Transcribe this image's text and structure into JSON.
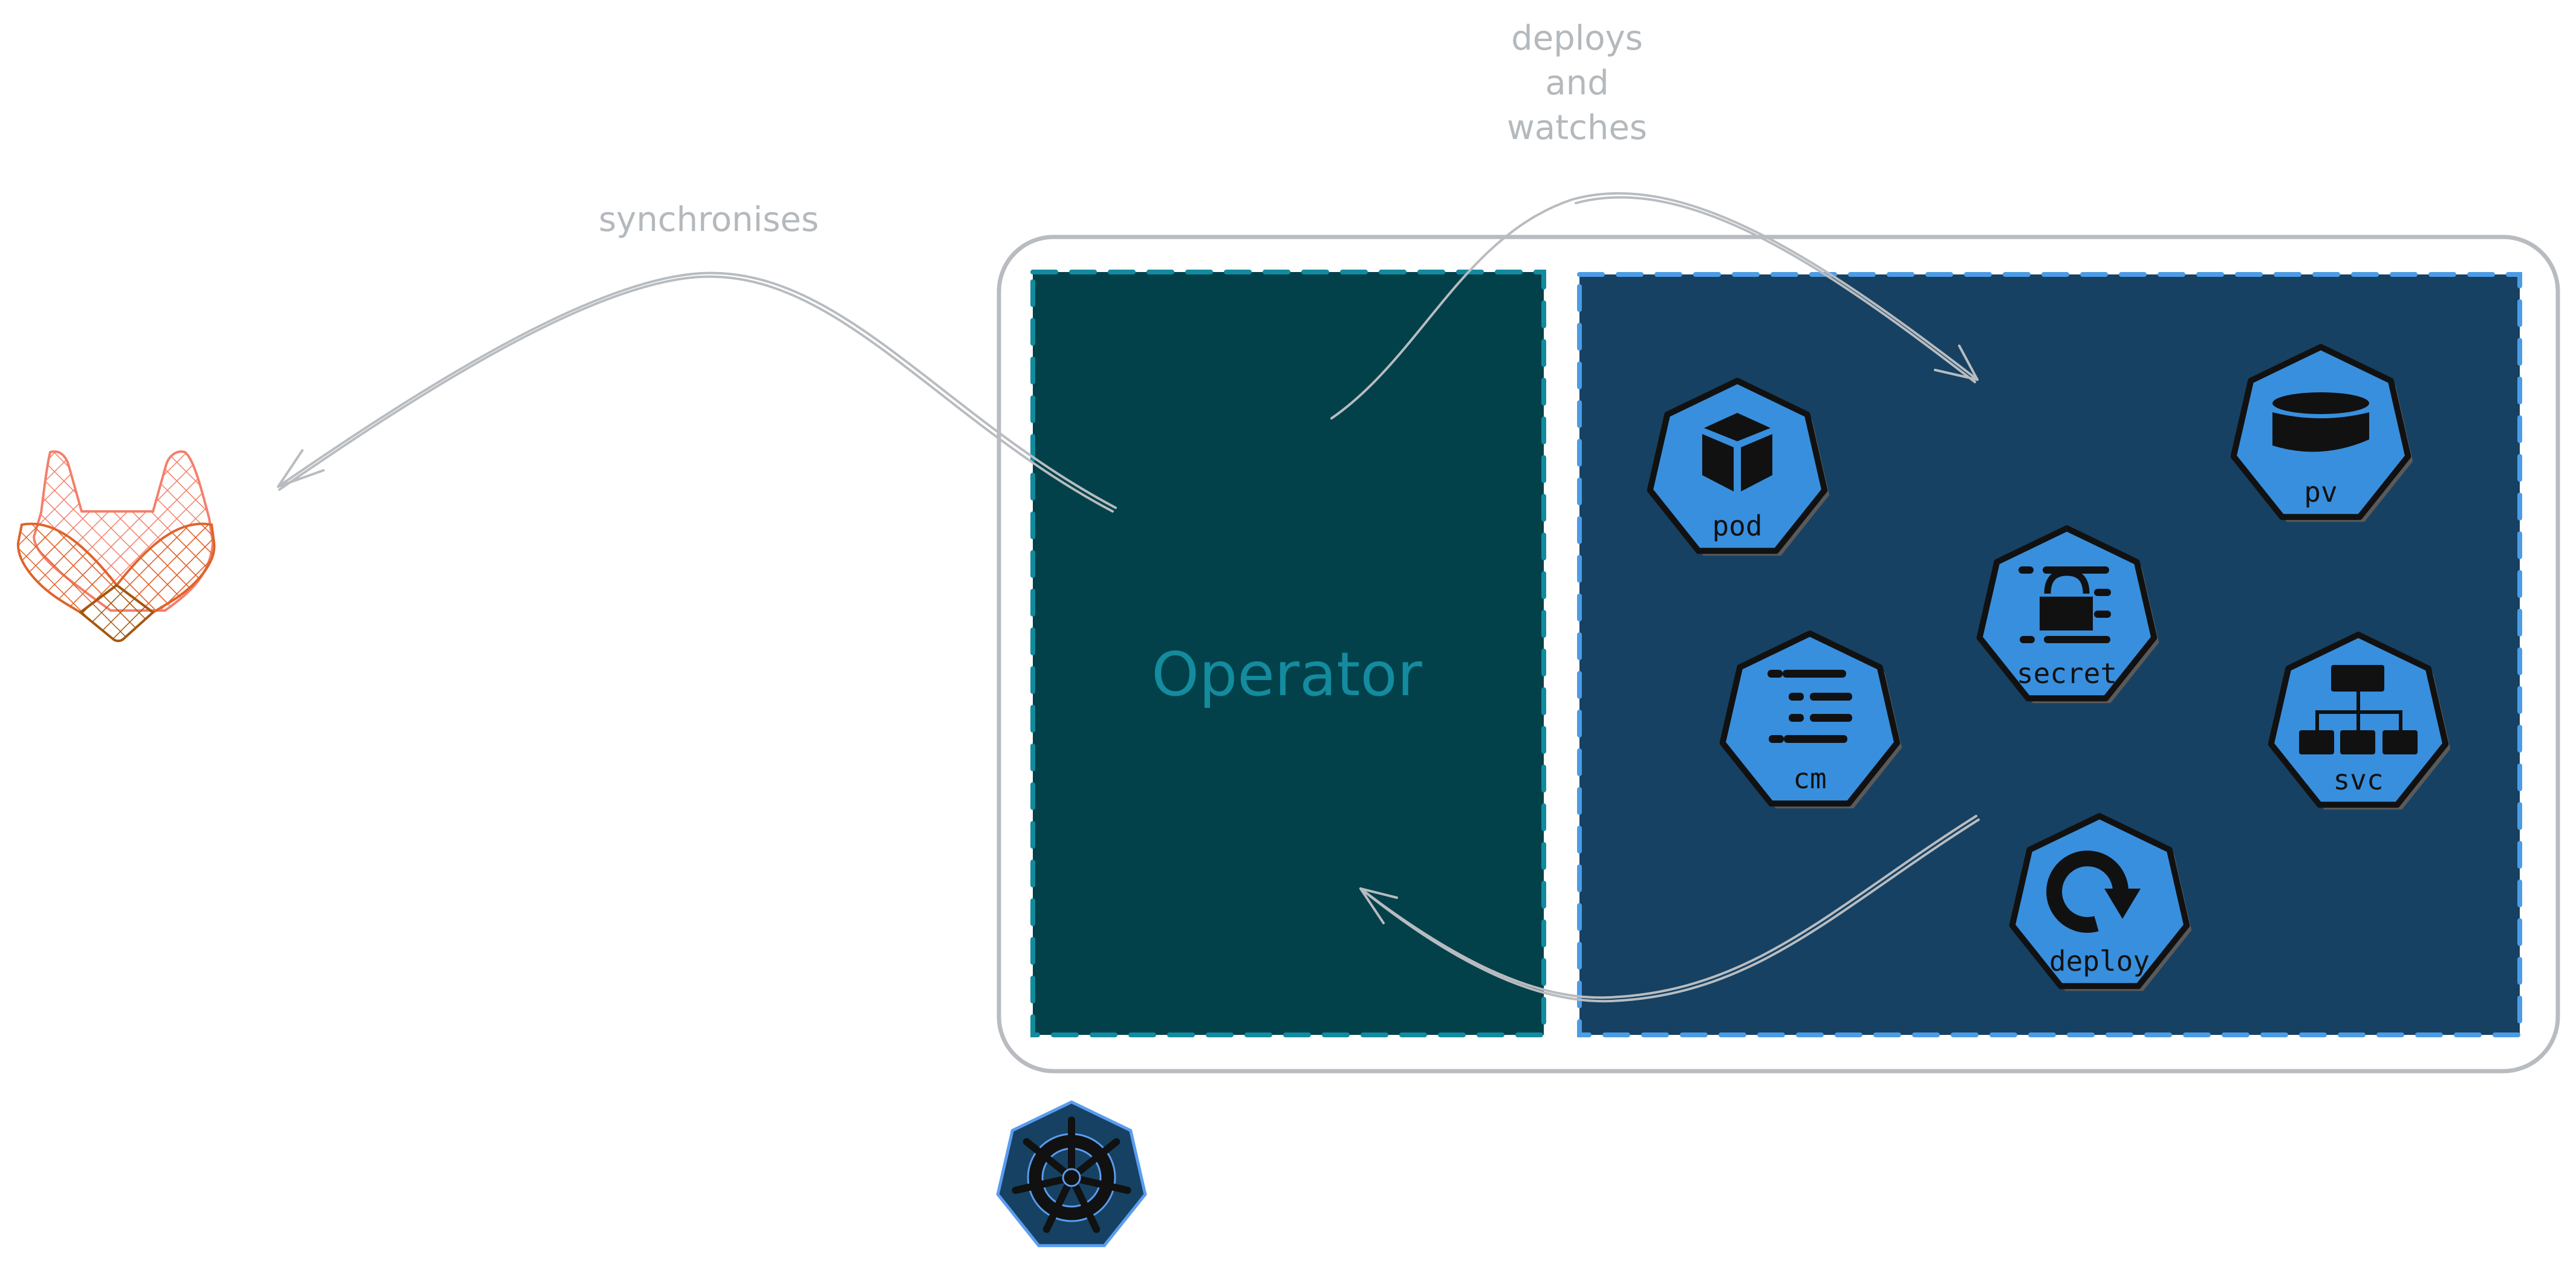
{
  "diagram": {
    "title": "",
    "colors": {
      "background": "#ffffff",
      "outer_border": "#b8bcc0",
      "operator_fill": "#02414a",
      "operator_border": "#128b9e",
      "operator_text": "#148b9e",
      "cluster_fill": "#164162",
      "cluster_border": "#4c9ce5",
      "resource_fill": "#388fde",
      "resource_stroke": "#111111",
      "resource_shadow": "#5a5a5a",
      "arrow": "#b8bcc0",
      "label": "#b4b9bd",
      "gitlab_light": "#f47f6a",
      "gitlab_mid": "#e0632a",
      "gitlab_dark": "#a6570f",
      "k8s_fill": "#164162",
      "k8s_stroke": "#5a9cf0"
    },
    "nodes": {
      "gitlab": {
        "name": "GitLab",
        "icon": "gitlab-fox-icon"
      },
      "operator": {
        "label": "Operator"
      },
      "cluster": {
        "icon": "kubernetes-helm-icon"
      },
      "resources": [
        {
          "id": "pod",
          "label": "pod",
          "icon": "cube-icon"
        },
        {
          "id": "pv",
          "label": "pv",
          "icon": "disk-icon"
        },
        {
          "id": "secret",
          "label": "secret",
          "icon": "lock-icon"
        },
        {
          "id": "cm",
          "label": "cm",
          "icon": "list-icon"
        },
        {
          "id": "svc",
          "label": "svc",
          "icon": "network-tree-icon"
        },
        {
          "id": "deploy",
          "label": "deploy",
          "icon": "rotate-arrow-icon"
        }
      ]
    },
    "edges": [
      {
        "from": "operator",
        "to": "gitlab",
        "label": "synchronises"
      },
      {
        "from": "operator",
        "to": "resources",
        "label_lines": [
          "deploys",
          "and",
          "watches"
        ]
      },
      {
        "from": "resources",
        "to": "operator",
        "label": ""
      }
    ]
  }
}
